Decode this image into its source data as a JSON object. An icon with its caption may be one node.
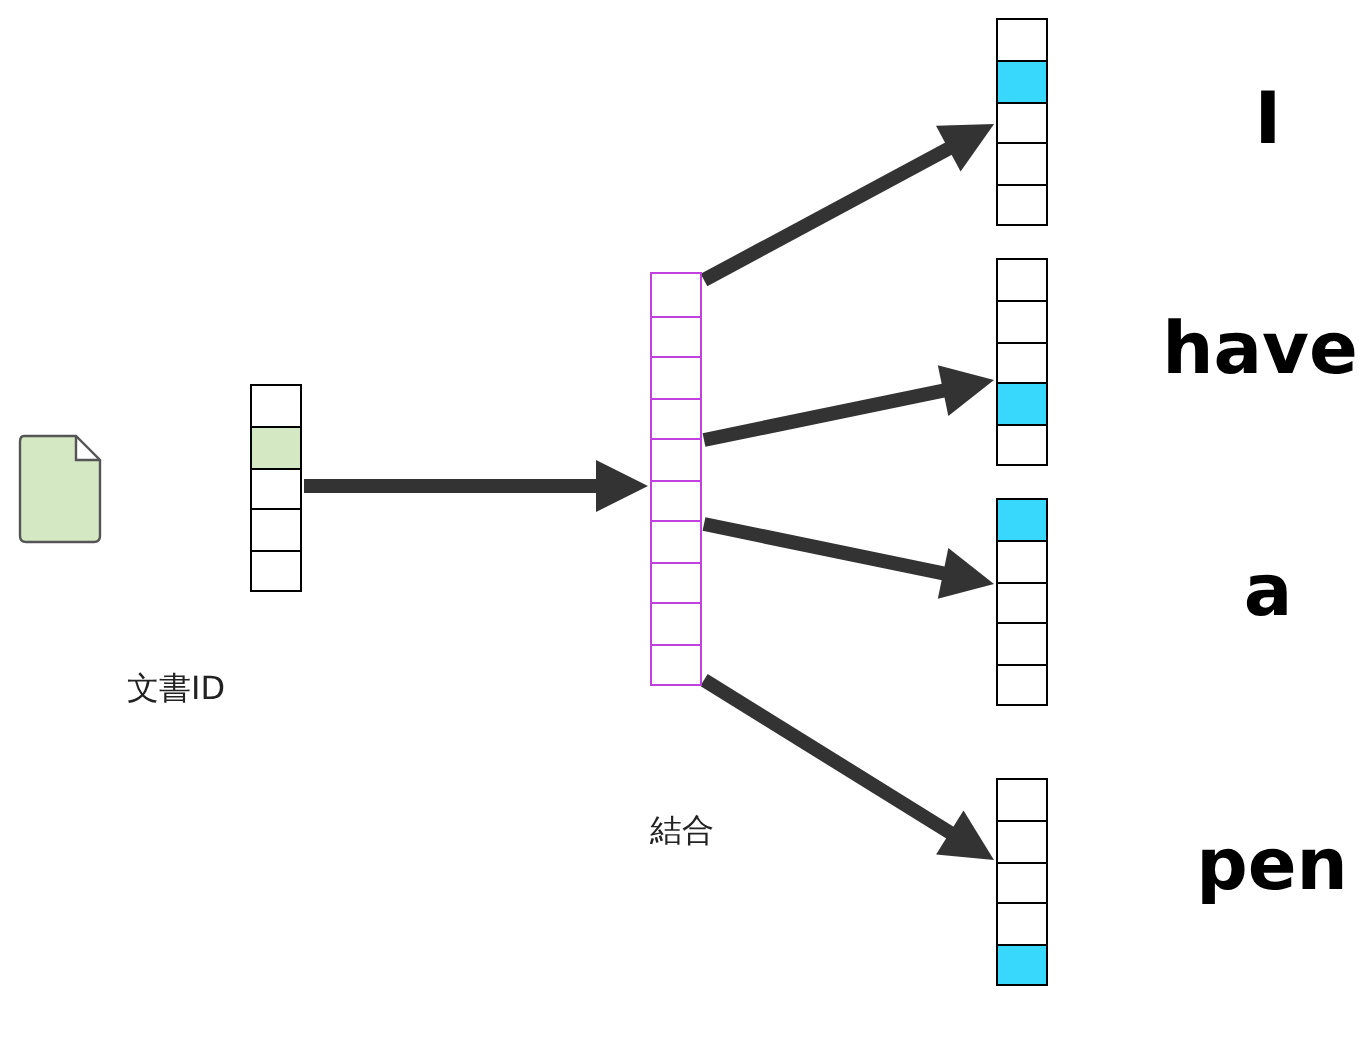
{
  "diagram": {
    "nodes": [
      {
        "text": [],
        "shape": "bar",
        "beside": [
          "文書ID"
        ]
      },
      {
        "text": [],
        "shape": "bar"
      },
      {
        "text": [],
        "shape": "bar",
        "beside": [
          "I"
        ]
      },
      {
        "text": [],
        "shape": "bar",
        "beside": [
          "have"
        ]
      },
      {
        "text": [],
        "shape": "bar",
        "beside": [
          "a"
        ]
      },
      {
        "text": [],
        "shape": "bar",
        "beside": [
          "pen"
        ]
      }
    ],
    "edges": [
      {
        "from": 0,
        "to": 1,
        "arrow": "to"
      },
      {
        "from": 1,
        "to": 2,
        "arrow": "to"
      },
      {
        "from": 1,
        "to": 3,
        "arrow": "to"
      },
      {
        "from": 1,
        "to": 4,
        "arrow": "to"
      },
      {
        "from": 1,
        "to": 5,
        "arrow": "to"
      }
    ],
    "labels": [
      "結合"
    ]
  }
}
